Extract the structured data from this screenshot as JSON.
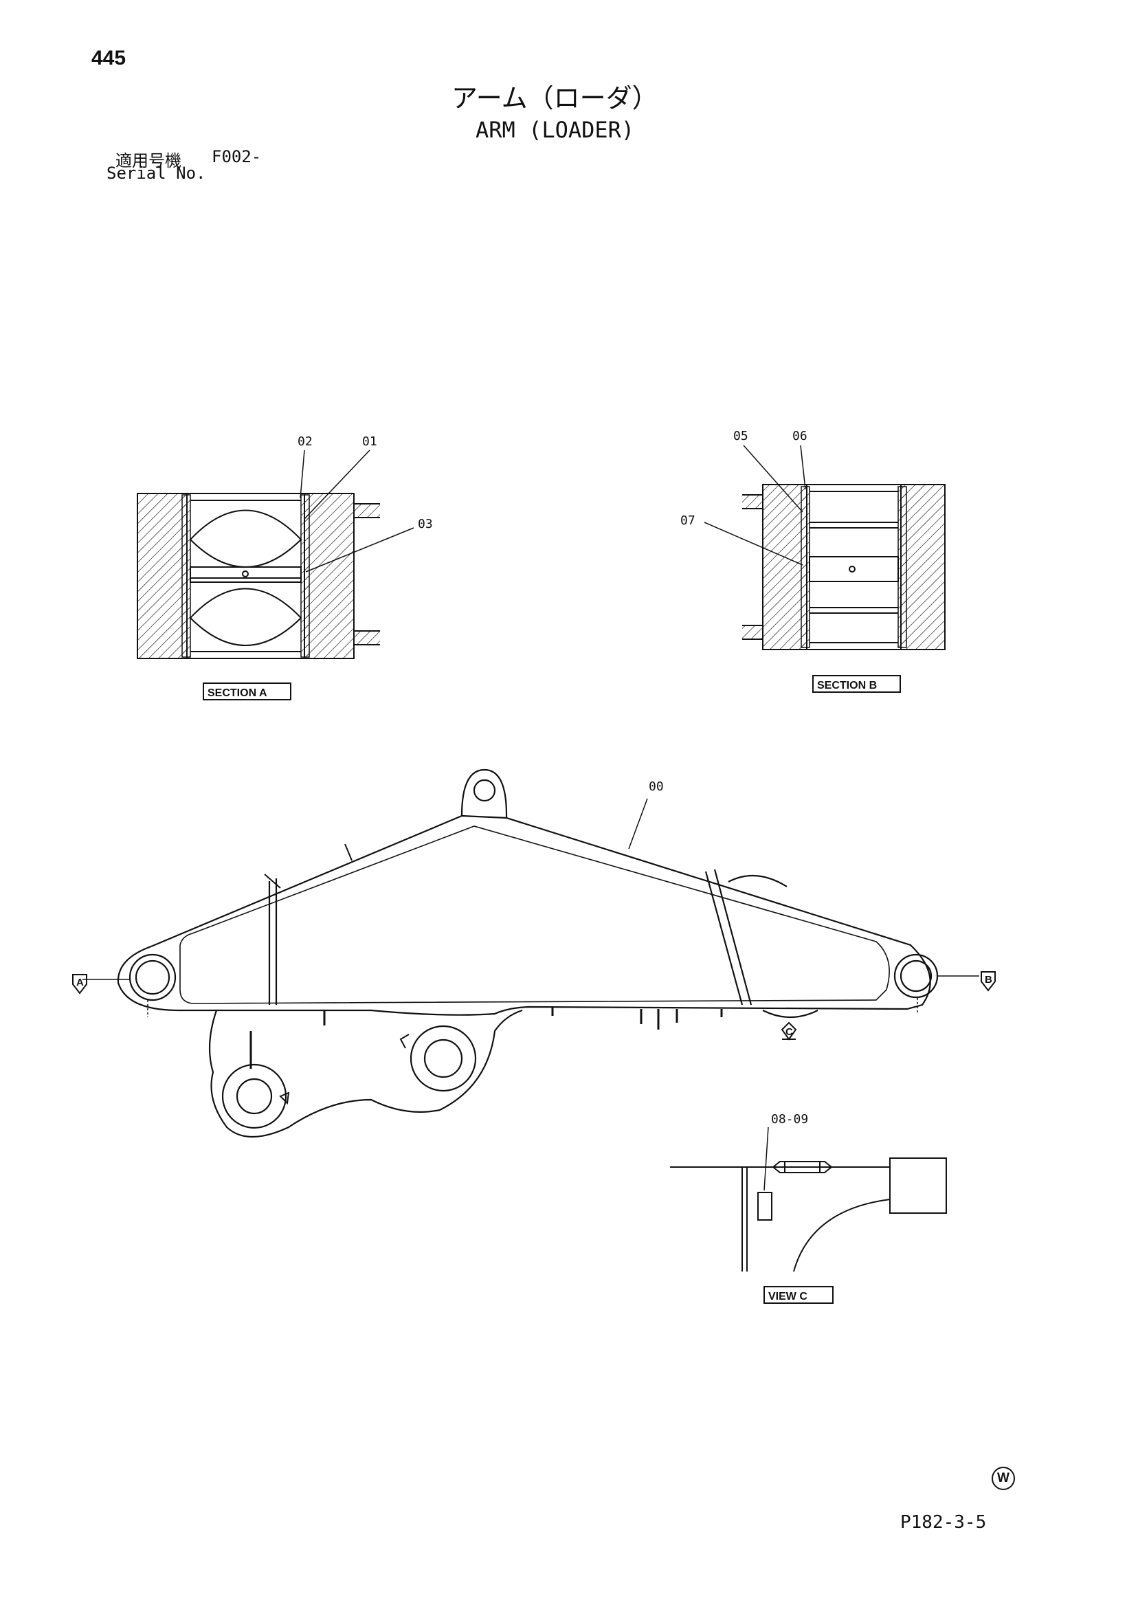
{
  "page_number": "445",
  "title_jp": "アーム（ローダ）",
  "title_en": "ARM (LOADER)",
  "serial": {
    "label_jp": "適用号機",
    "value": "F002-",
    "label_en": "Serial No."
  },
  "section_a": {
    "label": "SECTION A",
    "callouts": [
      "02",
      "01",
      "03"
    ]
  },
  "section_b": {
    "label": "SECTION B",
    "callouts": [
      "05",
      "06",
      "07"
    ]
  },
  "main_view": {
    "callout": "00",
    "section_marks": [
      "A",
      "B",
      "C"
    ]
  },
  "view_c": {
    "label": "VIEW C",
    "callout": "08-09"
  },
  "watermark": "W",
  "footer_code": "P182-3-5"
}
